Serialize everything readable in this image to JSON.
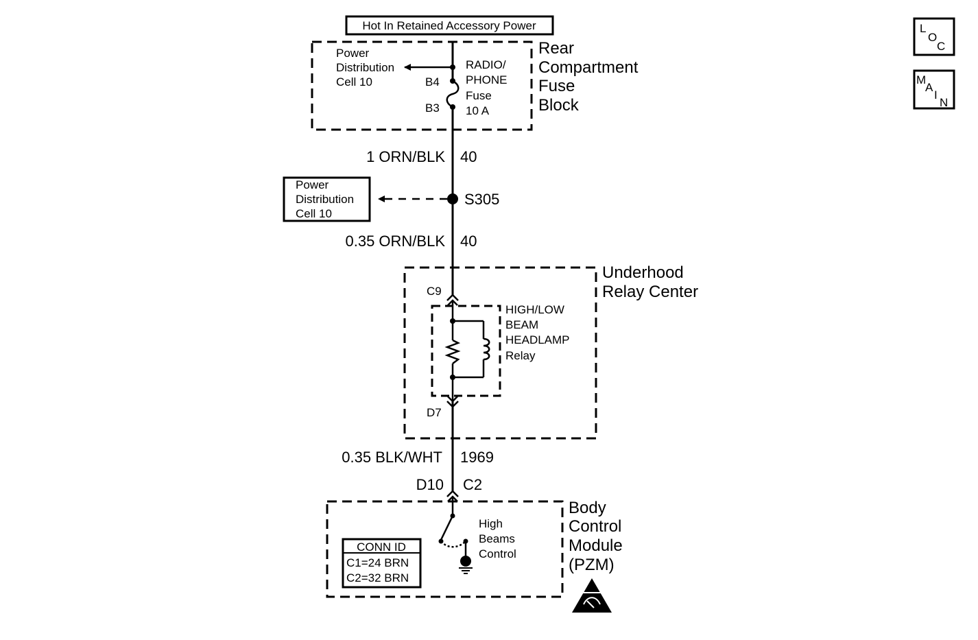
{
  "header": {
    "title": "Hot In Retained Accessory Power"
  },
  "nav": {
    "loc": {
      "letters": [
        "L",
        "O",
        "C"
      ]
    },
    "main": {
      "letters": [
        "M",
        "A",
        "I",
        "N"
      ]
    }
  },
  "fuse_block": {
    "name_lines": [
      "Rear",
      "Compartment",
      "Fuse",
      "Block"
    ],
    "power_dist_lines": [
      "Power",
      "Distribution",
      "Cell 10"
    ],
    "pin_top": "B4",
    "pin_bottom": "B3",
    "fuse_lines": [
      "RADIO/",
      "PHONE",
      "Fuse",
      "10 A"
    ]
  },
  "wires": {
    "w1": {
      "gauge_color": "1 ORN/BLK",
      "circuit": "40"
    },
    "w2": {
      "gauge_color": "0.35 ORN/BLK",
      "circuit": "40"
    },
    "w3": {
      "gauge_color": "0.35 BLK/WHT",
      "circuit": "1969"
    }
  },
  "splice": {
    "id": "S305",
    "power_dist_lines": [
      "Power",
      "Distribution",
      "Cell 10"
    ]
  },
  "relay_center": {
    "name_lines": [
      "Underhood",
      "Relay Center"
    ],
    "pin_top": "C9",
    "pin_bottom": "D7",
    "relay_lines": [
      "HIGH/LOW",
      "BEAM",
      "HEADLAMP",
      "Relay"
    ]
  },
  "bcm": {
    "pin": "D10",
    "connector": "C2",
    "name_lines": [
      "Body",
      "Control",
      "Module",
      "(PZM)"
    ],
    "control_lines": [
      "High",
      "Beams",
      "Control"
    ],
    "conn_id": {
      "title": "CONN ID",
      "rows": [
        "C1=24 BRN",
        "C2=32 BRN"
      ]
    }
  },
  "icons": {
    "esd": "esd-warning-icon",
    "ground": "ground-icon"
  },
  "colors": {
    "ink": "#000000",
    "background": "#ffffff"
  }
}
